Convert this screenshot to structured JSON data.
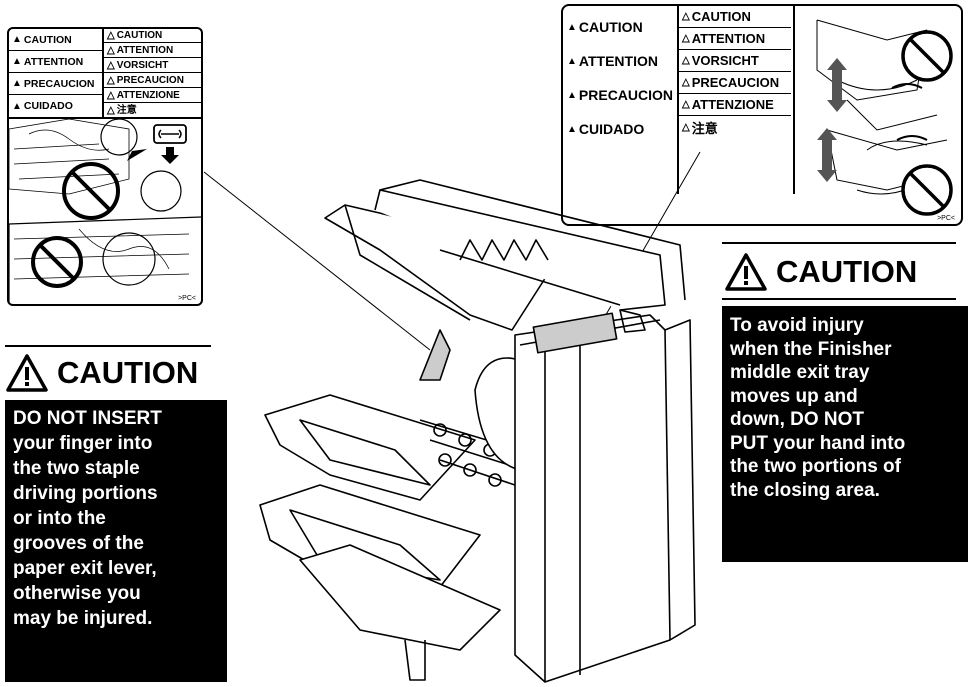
{
  "left_label": {
    "left_col": [
      "CAUTION",
      "ATTENTION",
      "PRECAUCION",
      "CUIDADO"
    ],
    "right_col": [
      "CAUTION",
      "ATTENTION",
      "VORSICHT",
      "PRECAUCION",
      "ATTENZIONE",
      "注意"
    ],
    "code": ">PC<"
  },
  "right_label": {
    "left_col": [
      "CAUTION",
      "ATTENTION",
      "PRECAUCION",
      "CUIDADO"
    ],
    "right_col": [
      "CAUTION",
      "ATTENTION",
      "VORSICHT",
      "PRECAUCION",
      "ATTENZIONE",
      "注意"
    ],
    "code": ">PC<"
  },
  "left_warning": {
    "heading": "CAUTION",
    "text": "DO NOT INSERT\nyour finger into\nthe two staple\ndriving portions\nor into the\ngrooves of the\npaper exit lever,\notherwise you\nmay be injured."
  },
  "right_warning": {
    "heading": "CAUTION",
    "text": "To avoid injury\nwhen the Finisher\nmiddle exit tray\nmoves up and\ndown, DO NOT\nPUT your hand into\nthe two portions of\nthe closing area."
  },
  "icons": [
    "warning-triangle-icon",
    "prohibited-icon",
    "staple-icon",
    "arrow-down-icon",
    "arrow-updown-icon"
  ]
}
